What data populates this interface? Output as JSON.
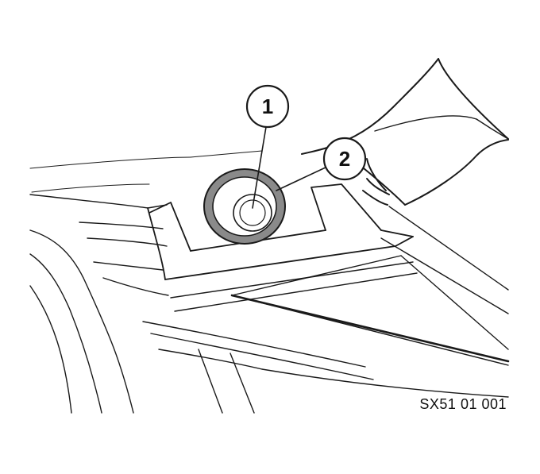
{
  "callouts": [
    {
      "number": "1"
    },
    {
      "number": "2"
    }
  ],
  "figure_code": "SX51 01 001",
  "colors": {
    "line": "#1a1a1a",
    "ring_fill": "#8a8a8a",
    "background": "#ffffff"
  }
}
